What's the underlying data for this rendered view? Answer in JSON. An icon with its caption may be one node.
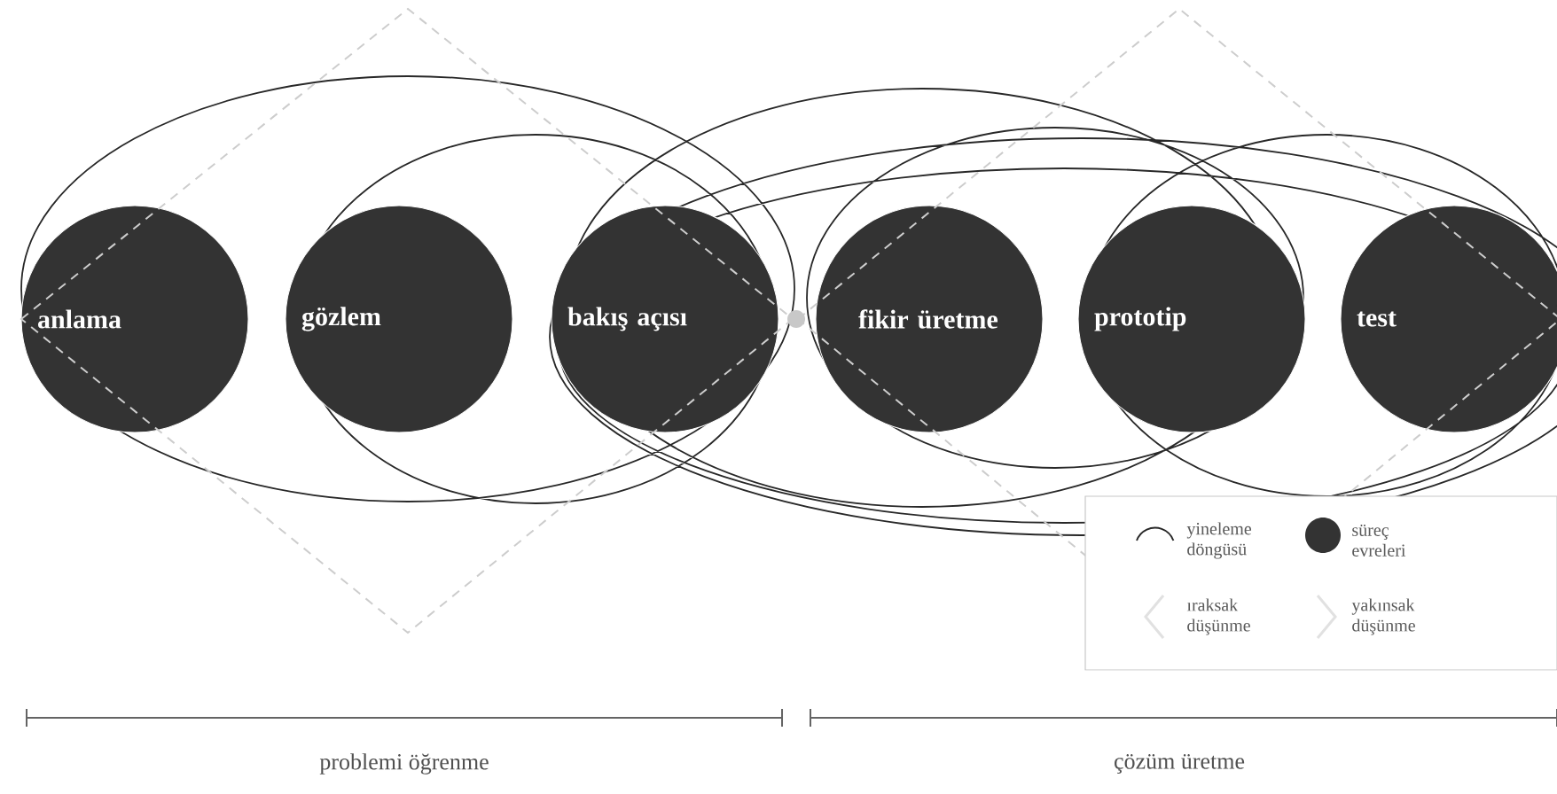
{
  "diagram": {
    "nodes": [
      {
        "text": [
          "anlama"
        ]
      },
      {
        "text": [
          "gözlem"
        ]
      },
      {
        "text": [
          "bakış açısı"
        ]
      },
      {
        "text": [
          "fikir üretme"
        ]
      },
      {
        "text": [
          "prototip"
        ]
      },
      {
        "text": [
          "test"
        ]
      }
    ],
    "labels": [
      "problemi öğrenme",
      "çözüm üretme"
    ],
    "legend": [
      {
        "text": "yineleme döngüsü"
      },
      {
        "text": "süreç evreleri",
        "color": "#333333"
      },
      {
        "text": "ıraksak düşünme"
      },
      {
        "text": "yakınsak düşünme"
      }
    ]
  }
}
